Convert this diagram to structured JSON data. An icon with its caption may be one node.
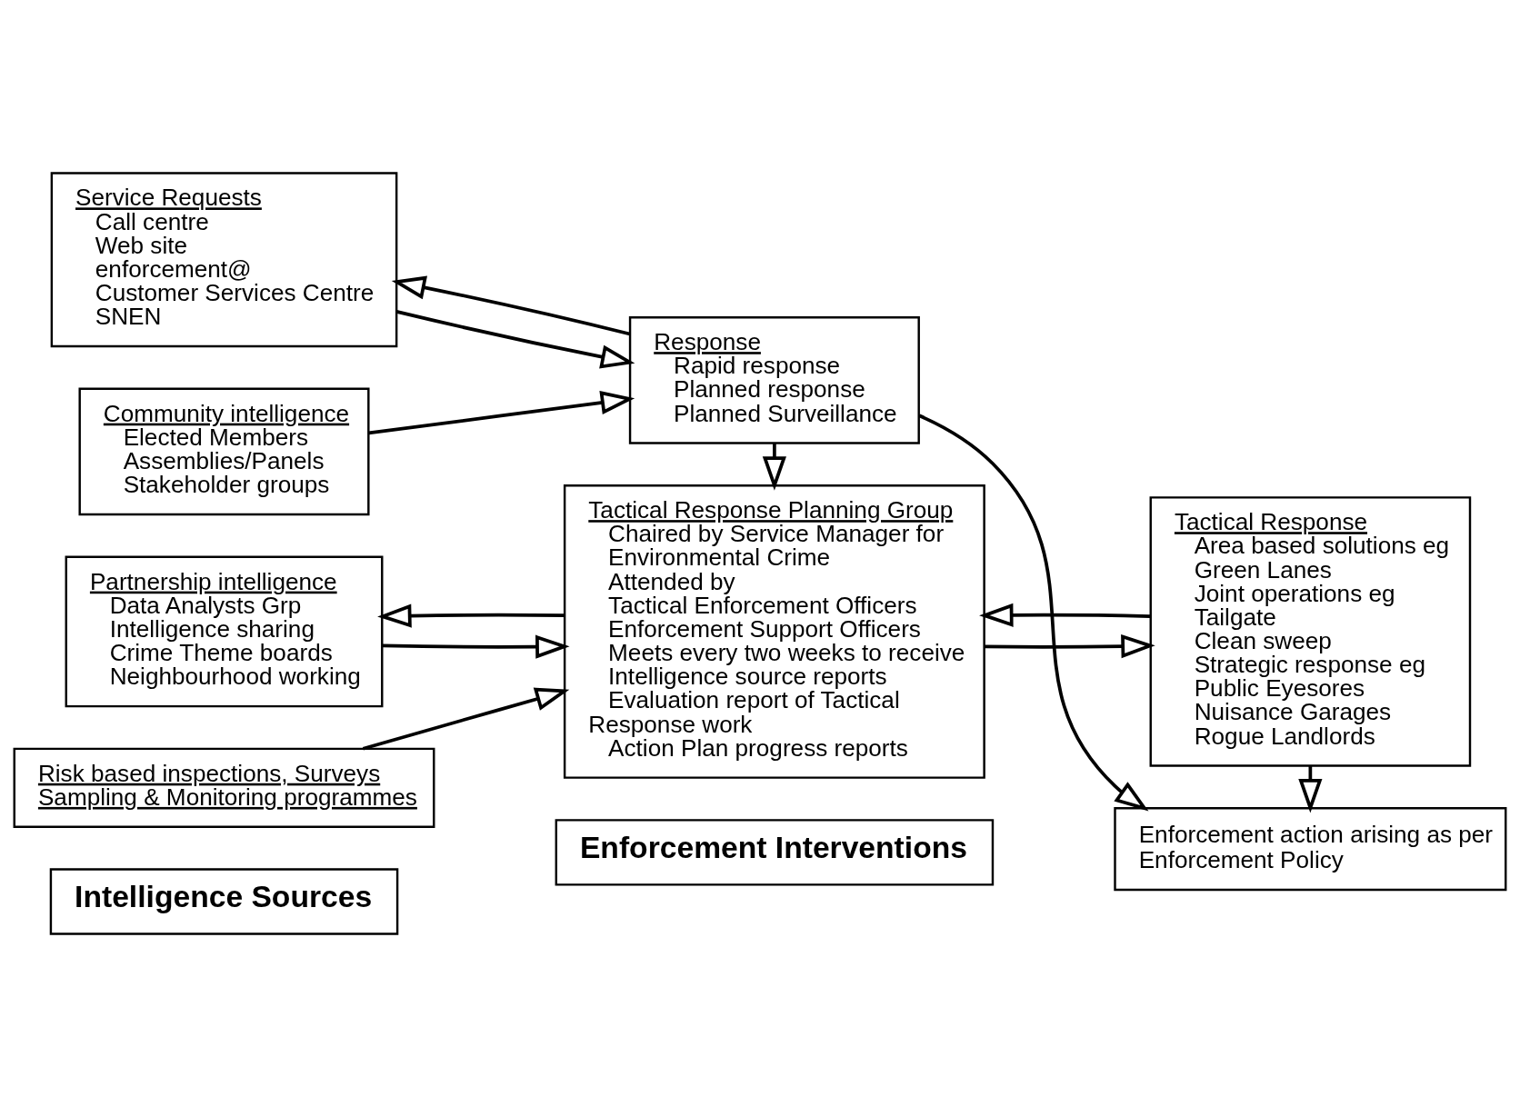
{
  "diagram": {
    "nodes": [
      {
        "text": [
          "Intelligence Sources"
        ]
      },
      {
        "text": [
          "Enforcement Interventions"
        ]
      },
      {
        "text": [
          "Service Requests",
          "Call centre",
          "Web site",
          "enforcement@",
          "Customer Services Centre",
          "SNEN"
        ]
      },
      {
        "text": [
          "Community intelligence",
          "Elected Members",
          "Assemblies/Panels",
          "Stakeholder groups"
        ]
      },
      {
        "text": [
          "Partnership intelligence",
          "Data Analysts Grp",
          "Intelligence sharing",
          "Crime Theme boards",
          "Neighbourhood working"
        ]
      },
      {
        "text": [
          "Risk based inspections, Surveys Sampling & Monitoring programmes"
        ]
      },
      {
        "text": [
          "Response",
          "Rapid response",
          "Planned response",
          "Planned Surveillance"
        ]
      },
      {
        "text": [
          "Enforcement action arising as per Enforcement Policy"
        ]
      },
      {
        "text": [
          "Tactical Response Planning Group",
          "Chaired by Service Manager for",
          "Environmental Crime",
          "Attended by",
          "Tactical Enforcement Officers",
          "Enforcement Support Officers",
          "Meets every two weeks to receive",
          "Intelligence source reports",
          "Evaluation report of Tactical Response work",
          "Action Plan progress reports"
        ]
      },
      {
        "text": [
          "Tactical Response",
          "Area based solutions eg",
          "Green Lanes",
          "Joint operations eg",
          "Tailgate",
          "Clean sweep",
          "Strategic response eg",
          "Public Eyesores",
          "Nuisance Garages",
          "Rogue Landlords"
        ]
      }
    ],
    "edges": [
      {
        "from": 2,
        "to": 6,
        "arrow": "to"
      },
      {
        "from": 6,
        "to": 2,
        "arrow": "to"
      },
      {
        "from": 3,
        "to": 6,
        "arrow": "to"
      },
      {
        "from": 8,
        "to": 4,
        "arrow": "to"
      },
      {
        "from": 4,
        "to": 8,
        "arrow": "to"
      },
      {
        "from": 5,
        "to": 8,
        "arrow": "to"
      },
      {
        "from": 6,
        "to": 8,
        "arrow": "to"
      },
      {
        "from": 6,
        "to": 7,
        "arrow": "to"
      },
      {
        "from": 9,
        "to": 7,
        "arrow": "to"
      },
      {
        "from": 8,
        "to": 9,
        "arrow": "to"
      },
      {
        "from": 9,
        "to": 8,
        "arrow": "to"
      }
    ]
  }
}
